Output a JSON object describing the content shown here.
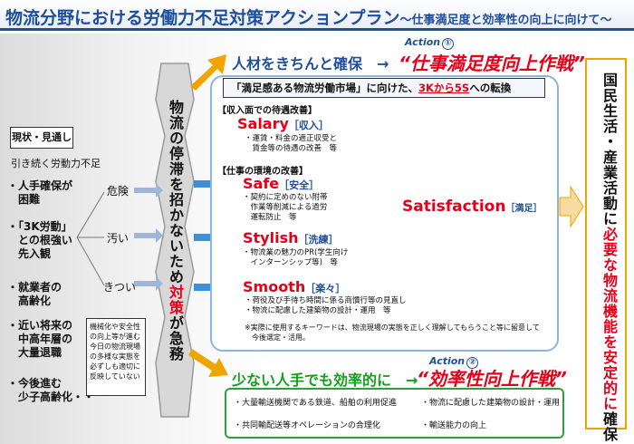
{
  "title": {
    "main": "物流分野における労働力不足対策アクションプラン",
    "sub": "〜仕事満足度と効率性の向上に向けて〜"
  },
  "left": {
    "current_label": "現状・見通し",
    "shortage": "引き続く労動力不足",
    "items": [
      "・人手確保が\n　困難",
      "・「3K労動」\n　との根強い\n　先入観",
      "・就業者の\n　高齢化",
      "・近い将来の\n　中高年層の\n　大量退職",
      "・今後進む\n　少子高齢化・・"
    ],
    "k_labels": [
      "危険",
      "汚い",
      "きつい"
    ],
    "note": "機械化や安全性の向上等が進む今日の物流現場の多様な実態を必ずしも適切に反映していない"
  },
  "vertical_arrow": {
    "black": "物流の停滞を招かないため",
    "red": "対策",
    "tail": "が急務"
  },
  "action1": {
    "label": "Action",
    "num": "①",
    "head": "人材をきちんと確保　→",
    "title": "“仕事満足度向上作戦”"
  },
  "action2": {
    "label": "Action",
    "num": "②",
    "head": "少ない人手でも効率的に　→",
    "title": "“効率性向上作戦”"
  },
  "main": {
    "banner_pre": "「満足感ある物流労働市場」に向けた、",
    "banner_red": "3Kから5S",
    "banner_post": "への転換",
    "section1": "【収入面での待遇改善】",
    "section2": "【仕事の環境の改善】",
    "s_items": [
      {
        "word": "Salary",
        "tag": "［収入］",
        "desc": "・運賃・料金の適正収受と\n　賃金等の待遇の改善　等"
      },
      {
        "word": "Safe",
        "tag": "［安全］",
        "desc": "・契約に定めのない附帯\n　作業等削減による過労\n　運転防止　等"
      },
      {
        "word": "Stylish",
        "tag": "［洗練］",
        "desc": "・物流業の魅力のPR(学生向け\n　インターンシップ等)　等"
      },
      {
        "word": "Smooth",
        "tag": "［楽々］",
        "desc": "・荷役及び手待ち時間に係る商慣行等の見直し\n・物流に配慮した建築物の設計・運用　等"
      }
    ],
    "footnote": "※実際に使用するキーワードは、物流現場の実態を正しく理解してもらうこと等に留意して\n　今後選定・活用。",
    "satisfaction": "Satisfaction",
    "satisfaction_tag": "［満足］"
  },
  "green_items": [
    "・大量輸送機関である鉄道、船舶の利用促進",
    "・物流に配慮した建築物の設計・運用",
    "・共同輸配送等オペレーションの合理化",
    "・輸送能力の向上"
  ],
  "right": {
    "black1": "国民生活・産業活動に",
    "red": "必要な物流機能を安定的に",
    "black2": "確保"
  }
}
